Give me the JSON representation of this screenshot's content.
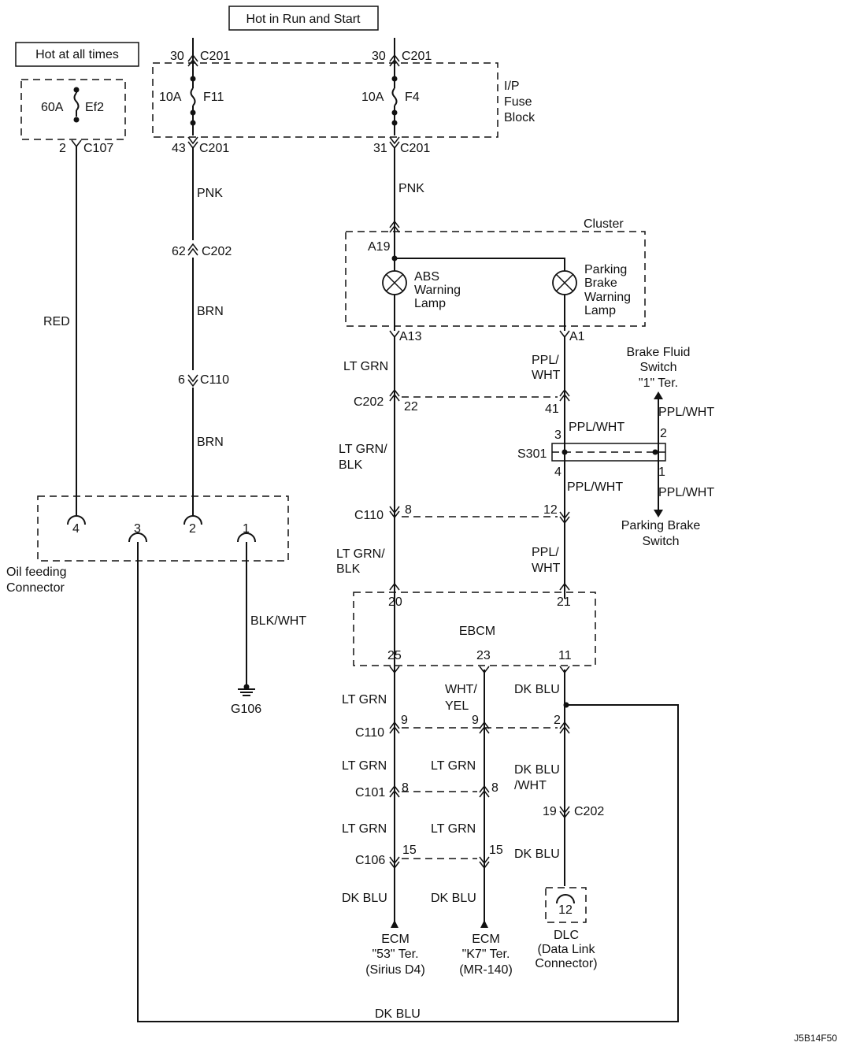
{
  "labels": {
    "hot_all": "Hot at all times",
    "hot_run": "Hot in Run and Start",
    "fuse_ef2_amp": "60A",
    "fuse_ef2": "Ef2",
    "fuse_f11_amp": "10A",
    "fuse_f11": "F11",
    "fuse_f4_amp": "10A",
    "fuse_f4": "F4",
    "fuse_block": [
      "I/P",
      "Fuse",
      "Block"
    ],
    "c201_30a": "30",
    "c201_30b": "30",
    "c201_43": "43",
    "c201_31": "31",
    "c201": "C201",
    "c107_pin": "2",
    "c107": "C107",
    "c202_62": "62",
    "c202": "C202",
    "c110_6": "6",
    "c110": "C110",
    "pnk": "PNK",
    "brn": "BRN",
    "red": "RED",
    "cluster": "Cluster",
    "a19": "A19",
    "a13": "A13",
    "a1": "A1",
    "abs_lamp": [
      "ABS",
      "Warning",
      "Lamp"
    ],
    "park_lamp": [
      "Parking",
      "Brake",
      "Warning",
      "Lamp"
    ],
    "lt_grn": "LT GRN",
    "ppl_wht_2": [
      "PPL/",
      "WHT"
    ],
    "brake_fluid": [
      "Brake Fluid",
      "Switch",
      "\"1\" Ter."
    ],
    "ppl_wht": "PPL/WHT",
    "c202_22": "22",
    "c202_41": "41",
    "s301": "S301",
    "s301_3": "3",
    "s301_4": "4",
    "s301_2": "2",
    "s301_1": "1",
    "lt_grn_blk": [
      "LT GRN/",
      "BLK"
    ],
    "c110_8": "8",
    "c110_12": "12",
    "parking_switch": [
      "Parking Brake",
      "Switch"
    ],
    "oil_conn": [
      "Oil feeding",
      "Connector"
    ],
    "oil_4": "4",
    "oil_3": "3",
    "oil_2": "2",
    "oil_1": "1",
    "blk_wht": "BLK/WHT",
    "g106": "G106",
    "ebcm": "EBCM",
    "ebcm_20": "20",
    "ebcm_21": "21",
    "ebcm_25": "25",
    "ebcm_23": "23",
    "ebcm_11": "11",
    "wht_yel": [
      "WHT/",
      "YEL"
    ],
    "dk_blu": "DK BLU",
    "c110_9a": "9",
    "c110_9b": "9",
    "c110_2": "2",
    "c101": "C101",
    "c101_8a": "8",
    "c101_8b": "8",
    "dk_blu_wht": [
      "DK BLU",
      "/WHT"
    ],
    "c202_19": "19",
    "c106": "C106",
    "c106_15a": "15",
    "c106_15b": "15",
    "dlc_pin": "12",
    "ecm53": [
      "ECM",
      "\"53\" Ter.",
      "(Sirius D4)"
    ],
    "ecmk7": [
      "ECM",
      "\"K7\" Ter.",
      "(MR-140)"
    ],
    "dlc": [
      "DLC",
      "(Data Link",
      "Connector)"
    ],
    "figure_id": "J5B14F50"
  }
}
